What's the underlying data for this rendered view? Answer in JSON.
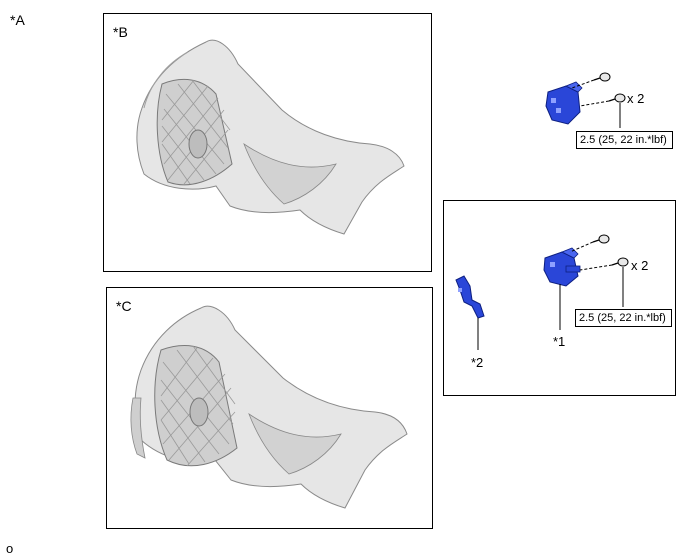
{
  "labels": {
    "view_a": "*A",
    "view_b": "*B",
    "view_c": "*C",
    "part_1": "*1",
    "part_2": "*2",
    "footer": "o"
  },
  "fasteners": {
    "qty_top": "x 2",
    "qty_detail": "x 2",
    "torque_top": "2.5 (25, 22 in.*lbf)",
    "torque_detail": "2.5 (25, 22 in.*lbf)"
  },
  "colors": {
    "part_blue": "#2a46d8",
    "bumper_fill": "#e4e4e4",
    "bumper_shade": "#b8b8b8",
    "line": "#000000"
  }
}
